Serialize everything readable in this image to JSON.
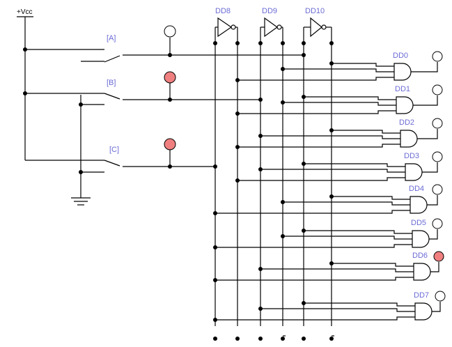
{
  "power_label": "+Vcc",
  "switches": [
    {
      "label": "[A]",
      "led_on": false
    },
    {
      "label": "[B]",
      "led_on": true
    },
    {
      "label": "[C]",
      "led_on": true
    }
  ],
  "inverters": [
    "DD8",
    "DD9",
    "DD10"
  ],
  "and_gates": [
    {
      "label": "DD0",
      "led_on": false
    },
    {
      "label": "DD1",
      "led_on": false
    },
    {
      "label": "DD2",
      "led_on": false
    },
    {
      "label": "DD3",
      "led_on": false
    },
    {
      "label": "DD4",
      "led_on": false
    },
    {
      "label": "DD5",
      "led_on": false
    },
    {
      "label": "DD6",
      "led_on": true
    },
    {
      "label": "DD7",
      "led_on": false
    }
  ],
  "colors": {
    "led_on": "#f08080",
    "led_off": "#ffffff",
    "label": "#6b6bd6",
    "wire": "#000000"
  }
}
